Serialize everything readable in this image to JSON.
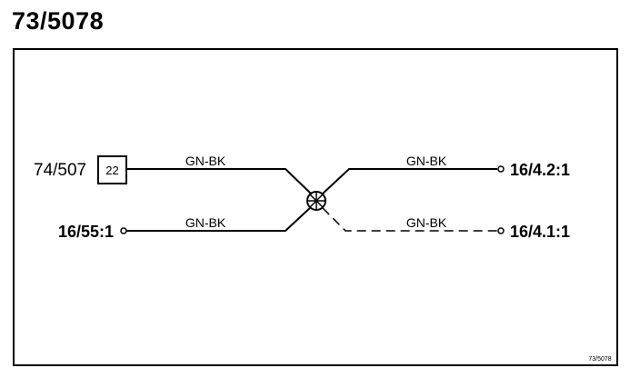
{
  "title": "73/5078",
  "footer_code": "73/5078",
  "connector": {
    "ref": "74/507",
    "pin": "22"
  },
  "wires": {
    "top_left": "GN-BK",
    "bottom_left": "GN-BK",
    "top_right": "GN-BK",
    "bottom_right": "GN-BK"
  },
  "terminals": {
    "left_bottom": "16/55:1",
    "right_top": "16/4.2:1",
    "right_bottom": "16/4.1:1"
  }
}
